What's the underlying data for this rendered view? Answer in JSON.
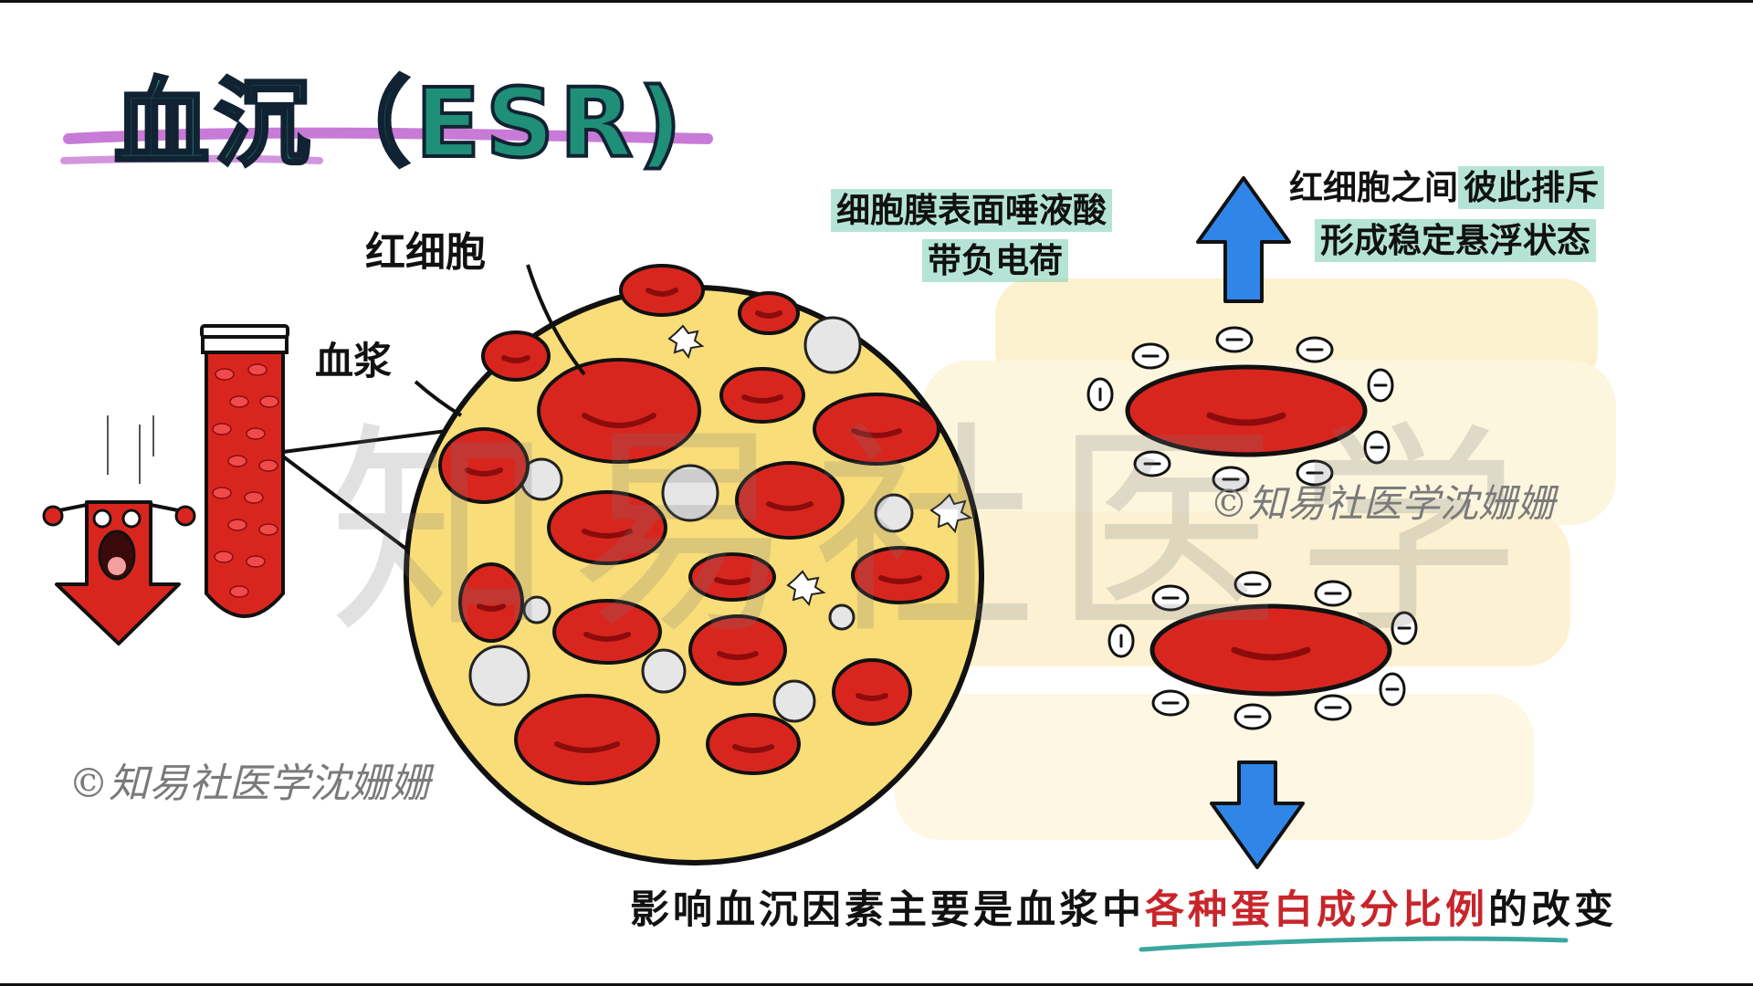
{
  "title": "血沉（ESR)",
  "labels": {
    "rbc": "红细胞",
    "plasma": "血浆",
    "membrane_line1": "细胞膜表面唾液酸",
    "membrane_line2": "带负电荷",
    "repel_line1_plain": "红细胞之间",
    "repel_line1_highlight": "彼此排斥",
    "repel_line2": "形成稳定悬浮状态"
  },
  "bottom_text": {
    "part1": "影响血沉因素主要是血浆中",
    "highlight": "各种蛋白成分比例",
    "part2": "的改变"
  },
  "watermarks": {
    "small_left": "©知易社医学沈姗姗",
    "small_right": "©知易社医学沈姗姗",
    "big": "知易社医学"
  },
  "colors": {
    "rbc_red": "#d8261f",
    "rbc_dark": "#8c0c0c",
    "plasma_yellow": "#f9dd79",
    "title_green": "#1f8f77",
    "arrow_blue": "#2f86e8",
    "highlight_teal": "#78cdb4",
    "underline_purple": "#c77bd6",
    "underline_teal": "#3aa7a0"
  },
  "icons": {
    "falling_arrow": "red-down-arrow-character",
    "up_arrow": "blue-up-arrow",
    "down_arrow": "blue-down-arrow",
    "negative_charge": "minus-sign-circle"
  }
}
